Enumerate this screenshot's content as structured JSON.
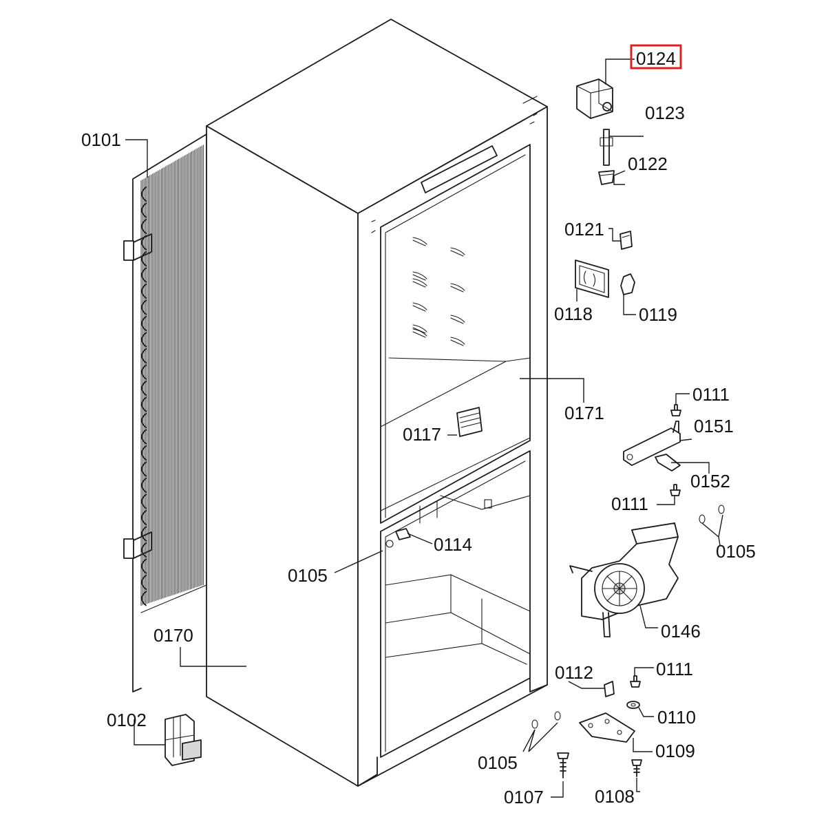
{
  "highlight_color": "#e02020",
  "labels": {
    "l0101": "0101",
    "l0102": "0102",
    "l0105a": "0105",
    "l0105b": "0105",
    "l0105c": "0105",
    "l0107": "0107",
    "l0108": "0108",
    "l0109": "0109",
    "l0110": "0110",
    "l0111a": "0111",
    "l0111b": "0111",
    "l0111c": "0111",
    "l0112": "0112",
    "l0114": "0114",
    "l0117": "0117",
    "l0118": "0118",
    "l0119": "0119",
    "l0121": "0121",
    "l0122": "0122",
    "l0123": "0123",
    "l0124": "0124",
    "l0146": "0146",
    "l0151": "0151",
    "l0152": "0152",
    "l0170": "0170",
    "l0171": "0171"
  },
  "highlighted_label": "0124"
}
